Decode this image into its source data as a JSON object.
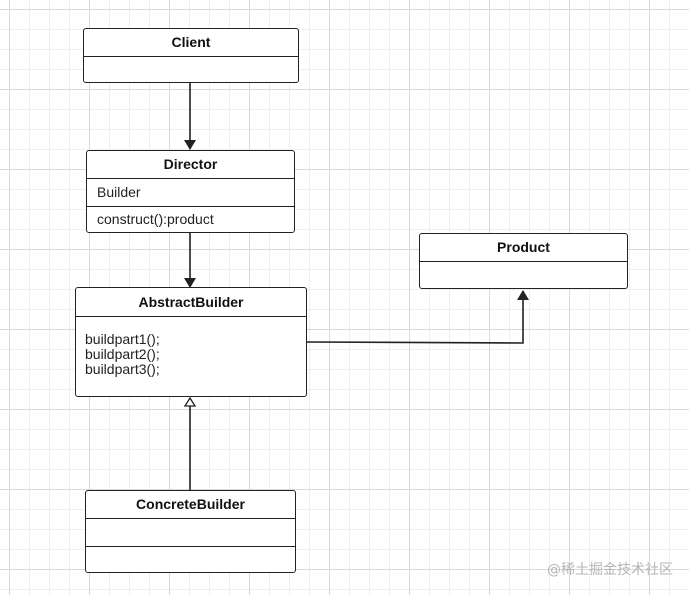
{
  "classes": {
    "client": {
      "name": "Client",
      "attributes": [],
      "methods": []
    },
    "director": {
      "name": "Director",
      "attributes": [
        "Builder"
      ],
      "methods": [
        "construct():product"
      ]
    },
    "product": {
      "name": "Product",
      "attributes": [],
      "methods": []
    },
    "abstract_builder": {
      "name": "AbstractBuilder",
      "methods": [
        "buildpart1();",
        "buildpart2();",
        "buildpart3();"
      ]
    },
    "concrete_builder": {
      "name": "ConcreteBuilder",
      "attributes": [],
      "methods": []
    }
  },
  "relations": [
    {
      "from": "Client",
      "to": "Director",
      "type": "association"
    },
    {
      "from": "Director",
      "to": "AbstractBuilder",
      "type": "association"
    },
    {
      "from": "AbstractBuilder",
      "to": "Product",
      "type": "association"
    },
    {
      "from": "ConcreteBuilder",
      "to": "AbstractBuilder",
      "type": "generalization"
    }
  ],
  "watermark": "@稀土掘金技术社区"
}
